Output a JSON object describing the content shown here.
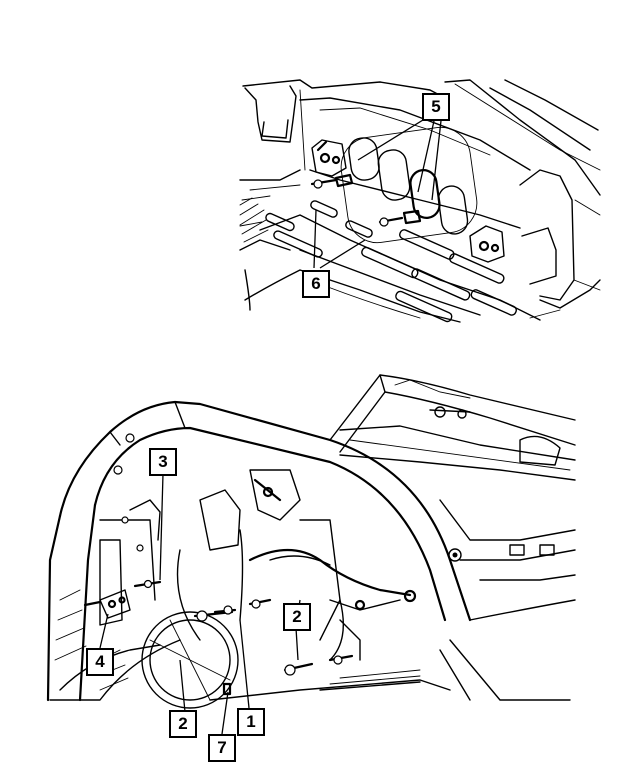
{
  "diagram": {
    "callouts": [
      {
        "id": "c5",
        "label": "5"
      },
      {
        "id": "c6",
        "label": "6"
      },
      {
        "id": "c3",
        "label": "3"
      },
      {
        "id": "c4",
        "label": "4"
      },
      {
        "id": "c2a",
        "label": "2"
      },
      {
        "id": "c2b",
        "label": "2"
      },
      {
        "id": "c1",
        "label": "1"
      },
      {
        "id": "c7",
        "label": "7"
      }
    ]
  }
}
